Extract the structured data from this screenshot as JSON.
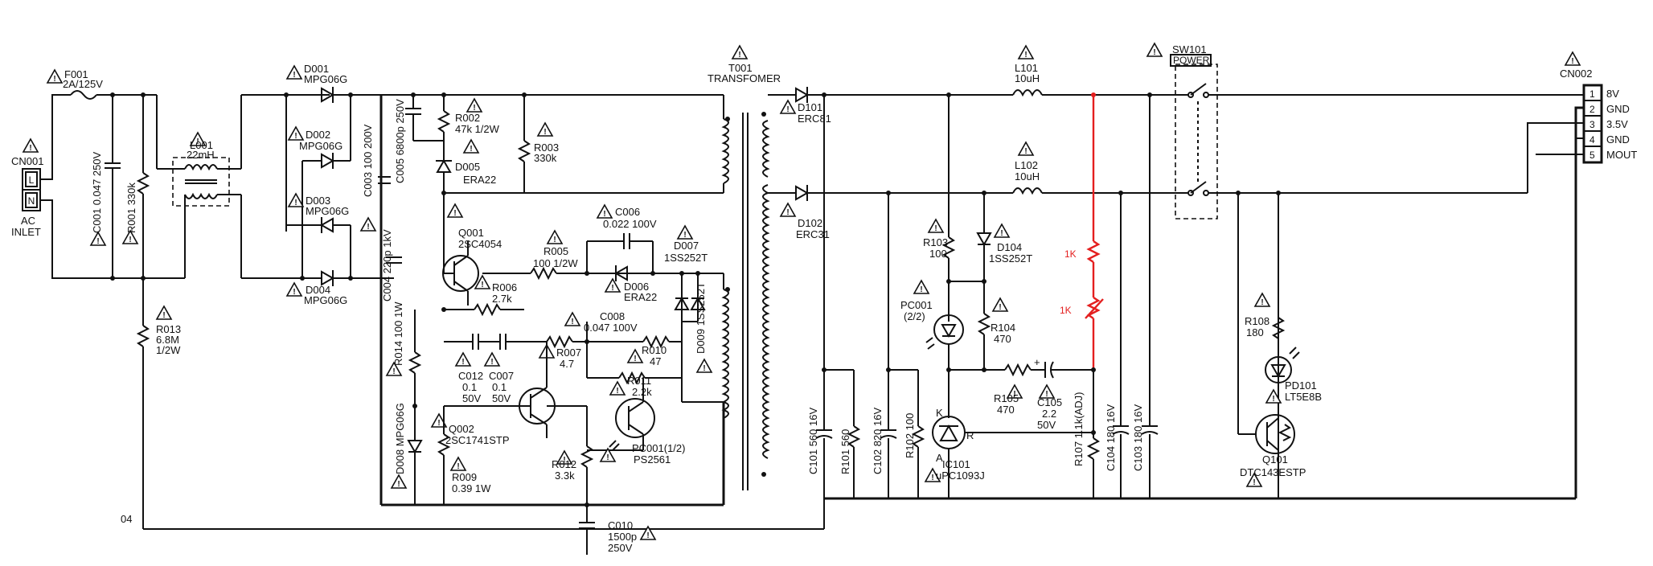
{
  "labels": {
    "f001_ref": "F001",
    "f001_val": "2A/125V",
    "cn001_ref": "CN001",
    "cn001_l": "L",
    "cn001_n": "N",
    "ac": "AC",
    "inlet": "INLET",
    "c001": "C001 0.047 250V",
    "r001": "R001 330k",
    "l001_ref": "L001",
    "l001_val": "22mH",
    "r013_ref": "R013",
    "r013_val1": "6.8M",
    "r013_val2": "1/2W",
    "d001_ref": "D001",
    "d001_val": "MPG06G",
    "d002_ref": "D002",
    "d002_val": "MPG06G",
    "d003_ref": "D003",
    "d003_val": "MPG06G",
    "d004_ref": "D004",
    "d004_val": "MPG06G",
    "c003": "C003 100 200V",
    "c005": "C005 6800p 250V",
    "c004": "C004 220p 1kV",
    "r002_ref": "R002",
    "r002_val": "47k 1/2W",
    "d005_ref": "D005",
    "d005_val": "ERA22",
    "r003_ref": "R003",
    "r003_val": "330k",
    "q001_ref": "Q001",
    "q001_val": "2SC4054",
    "c006_ref": "C006",
    "c006_val": "0.022 100V",
    "r005_ref": "R005",
    "r005_val": "100 1/2W",
    "d006_ref": "D006",
    "d006_val": "ERA22",
    "d007_ref": "D007",
    "d007_val": "1SS252T",
    "r006_ref": "R006",
    "r006_val": "2.7k",
    "r014": "R014 100 1W",
    "c008_ref": "C008",
    "c008_val": "0.047 100V",
    "d009": "D009 1SS252T",
    "c012_ref": "C012",
    "c012_v1": "0.1",
    "c012_v2": "50V",
    "c007_ref": "C007",
    "c007_v1": "0.1",
    "c007_v2": "50V",
    "r007_ref": "R007",
    "r007_val": "4.7",
    "r010_ref": "R010",
    "r010_val": "47",
    "r011_ref": "R011",
    "r011_val": "2.2k",
    "d008": "D008 MPG06G",
    "q002_ref": "Q002",
    "q002_val": "2SC1741STP",
    "r009_ref": "R009",
    "r009_val": "0.39 1W",
    "r012_ref": "R012",
    "r012_val": "3.3k",
    "pc001a_ref": "PC001(1/2)",
    "pc001a_val": "PS2561",
    "c010_ref": "C010",
    "c010_v1": "1500p",
    "c010_v2": "250V",
    "t001_ref": "T001",
    "t001_val": "TRANSFOMER",
    "d101_ref": "D101",
    "d101_val": "ERC81",
    "d102_ref": "D102",
    "d102_val": "ERC31",
    "l101_ref": "L101",
    "l101_val": "10uH",
    "l102_ref": "L102",
    "l102_val": "10uH",
    "r103_ref": "R103",
    "r103_val": "100",
    "d104_ref": "D104",
    "d104_val": "1SS252T",
    "pc001b_ref": "PC001",
    "pc001b_val": "(2/2)",
    "r104_ref": "R104",
    "r104_val": "470",
    "r105_ref": "R105",
    "r105_val": "470",
    "c105_ref": "C105",
    "c105_v1": "2.2",
    "c105_v2": "50V",
    "c101": "C101 560 16V",
    "r101": "R101 560",
    "c102": "C102 820 16V",
    "r102": "R102 100",
    "ic_k": "K",
    "ic_a": "A",
    "ic_r": "R",
    "ic101_ref": "IC101",
    "ic101_val": "uPC1093J",
    "r107": "R107 1.1k(ADJ)",
    "c104": "C104 180 16V",
    "c103": "C103 180 16V",
    "red_1k_a": "1K",
    "red_1k_b": "1K",
    "sw101_ref": "SW101",
    "sw101_val": "POWER",
    "r108_ref": "R108",
    "r108_val": "180",
    "pd101_ref": "PD101",
    "pd101_val": "LT5E8B",
    "q101_ref": "Q101",
    "q101_val": "DTC143ESTP",
    "cn002_ref": "CN002",
    "pin1": "1",
    "pin2": "2",
    "pin3": "3",
    "pin4": "4",
    "pin5": "5",
    "pin1_name": "8V",
    "pin2_name": "GND",
    "pin3_name": "3.5V",
    "pin4_name": "GND",
    "pin5_name": "MOUT",
    "page_ref": "04"
  },
  "colors": {
    "line": "#111111",
    "highlight": "#e41f1f"
  },
  "icons": {
    "caution": "warning-triangle-icon"
  }
}
